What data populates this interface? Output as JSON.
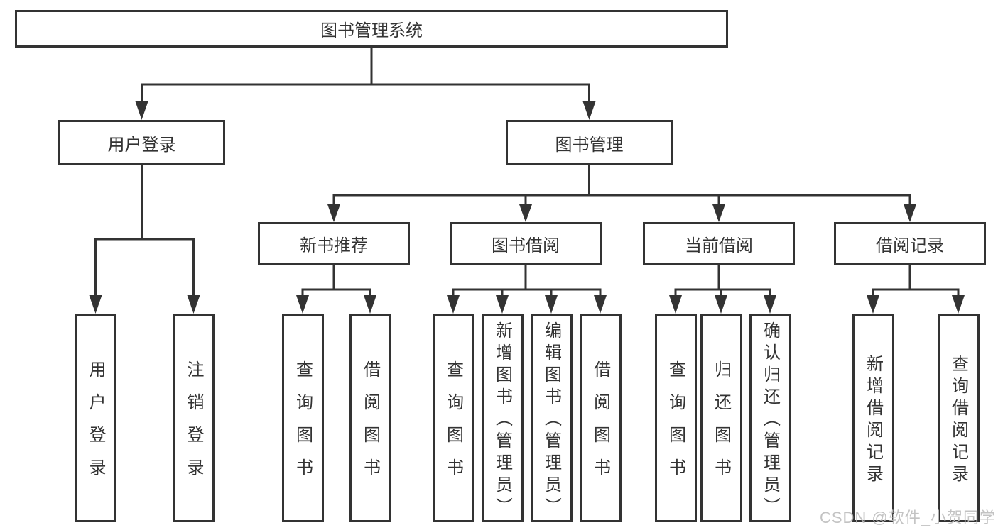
{
  "tree": {
    "root": {
      "label": "图书管理系统"
    },
    "children": [
      {
        "label": "用户登录",
        "children": [
          {
            "label": "用户登录"
          },
          {
            "label": "注销登录"
          }
        ]
      },
      {
        "label": "图书管理",
        "children": [
          {
            "label": "新书推荐",
            "children": [
              {
                "label": "查询图书"
              },
              {
                "label": "借阅图书"
              }
            ]
          },
          {
            "label": "图书借阅",
            "children": [
              {
                "label": "查询图书"
              },
              {
                "label": "新增图书（管理员）"
              },
              {
                "label": "编辑图书（管理员）"
              },
              {
                "label": "借阅图书"
              }
            ]
          },
          {
            "label": "当前借阅",
            "children": [
              {
                "label": "查询图书"
              },
              {
                "label": "归还图书"
              },
              {
                "label": "确认归还（管理员）"
              }
            ]
          },
          {
            "label": "借阅记录",
            "children": [
              {
                "label": "新增借阅记录"
              },
              {
                "label": "查询借阅记录"
              }
            ]
          }
        ]
      }
    ]
  },
  "watermark": {
    "text": "CSDN @软件_小贺同学"
  },
  "colors": {
    "line": "#333333",
    "text": "#333333",
    "watermark": "#bebebe",
    "background": "#ffffff"
  }
}
